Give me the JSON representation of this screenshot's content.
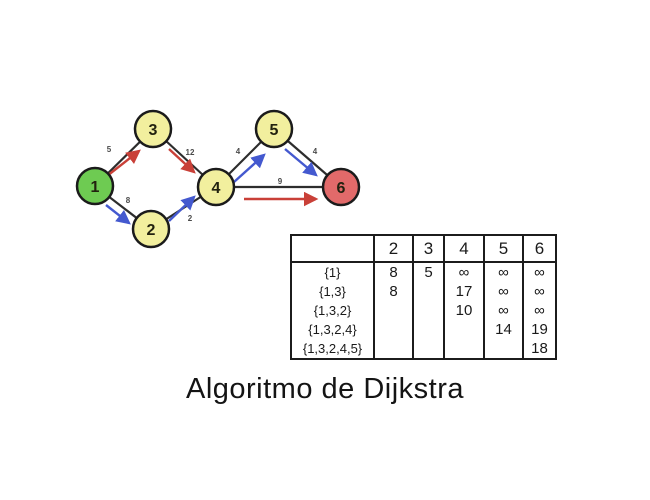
{
  "title": "Algoritmo de Dijkstra",
  "graph": {
    "nodes": [
      {
        "label": "1",
        "type": "start"
      },
      {
        "label": "2",
        "type": "intermediate"
      },
      {
        "label": "3",
        "type": "intermediate"
      },
      {
        "label": "4",
        "type": "intermediate"
      },
      {
        "label": "5",
        "type": "intermediate"
      },
      {
        "label": "6",
        "type": "target"
      }
    ],
    "edges": [
      {
        "from": "1",
        "to": "3",
        "weight": "5",
        "arrow_color": "red"
      },
      {
        "from": "1",
        "to": "2",
        "weight": "8",
        "arrow_color": "blue"
      },
      {
        "from": "3",
        "to": "4",
        "weight": "12",
        "arrow_color": "red"
      },
      {
        "from": "2",
        "to": "4",
        "weight": "2",
        "arrow_color": "blue"
      },
      {
        "from": "4",
        "to": "5",
        "weight": "4",
        "arrow_color": "blue"
      },
      {
        "from": "5",
        "to": "6",
        "weight": "4",
        "arrow_color": "blue"
      },
      {
        "from": "4",
        "to": "6",
        "weight": "9",
        "arrow_color": "red"
      }
    ],
    "colors": {
      "start_node": "#6ecb52",
      "intermediate_node": "#f2ef9e",
      "target_node": "#e26a6a",
      "node_border": "#1b1b1b",
      "red_arrow": "#c94038",
      "blue_arrow": "#4459cf"
    }
  },
  "table": {
    "column_headers": [
      "2",
      "3",
      "4",
      "5",
      "6"
    ],
    "rows": [
      {
        "set": "{1}",
        "values": [
          "8",
          "5",
          "∞",
          "∞",
          "∞"
        ]
      },
      {
        "set": "{1,3}",
        "values": [
          "8",
          "",
          "17",
          "∞",
          "∞"
        ]
      },
      {
        "set": "{1,3,2}",
        "values": [
          "",
          "",
          "10",
          "∞",
          "∞"
        ]
      },
      {
        "set": "{1,3,2,4}",
        "values": [
          "",
          "",
          "",
          "14",
          "19"
        ]
      },
      {
        "set": "{1,3,2,4,5}",
        "values": [
          "",
          "",
          "",
          "",
          "18"
        ]
      }
    ]
  }
}
